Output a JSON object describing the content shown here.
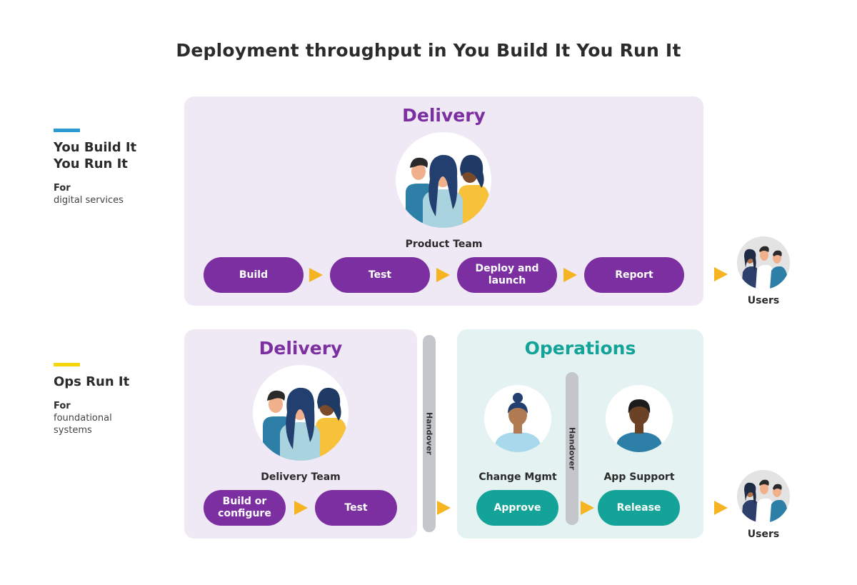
{
  "title": "Deployment throughput in You Build It You Run It",
  "colors": {
    "purple": "#7b2fa0",
    "teal": "#14a398",
    "arrow": "#f7b422",
    "handover": "#c4c6cb",
    "delivery_panel": "#efe8f5",
    "ops_panel": "#e4f3f2",
    "ybiyri_accent": "#2b9bd0",
    "ops_accent": "#f5d60a"
  },
  "rows": {
    "ybiyri": {
      "heading": "You Build It You Run It",
      "heading_line1": "You Build It",
      "heading_line2": "You Run It",
      "for_label": "For",
      "for_text": "digital services",
      "panel_title": "Delivery",
      "team_label": "Product Team",
      "steps": [
        "Build",
        "Test",
        "Deploy and launch",
        "Report"
      ],
      "users_label": "Users"
    },
    "ops": {
      "heading": "Ops Run It",
      "for_label": "For",
      "for_text_line1": "foundational",
      "for_text_line2": "systems",
      "delivery_title": "Delivery",
      "delivery_team_label": "Delivery Team",
      "delivery_steps": [
        "Build or configure",
        "Test"
      ],
      "handover_label": "Handover",
      "operations_title": "Operations",
      "change_label": "Change Mgmt",
      "change_step": "Approve",
      "support_label": "App Support",
      "support_step": "Release",
      "users_label": "Users"
    }
  },
  "icons": {
    "team": "team-of-three-people-icon",
    "users": "users-group-icon",
    "change_mgmt": "woman-with-bun-icon",
    "app_support": "man-icon"
  }
}
